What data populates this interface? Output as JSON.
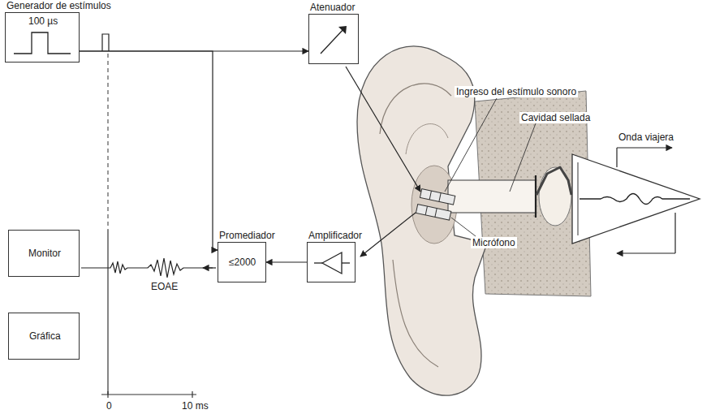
{
  "diagram": {
    "nodes": [
      {
        "text": [
          "Generador de estímulos",
          "100 µs"
        ]
      },
      {
        "text": [
          "Atenuador"
        ]
      },
      {
        "text": [
          "Promediador",
          "≤2000"
        ]
      },
      {
        "text": [
          "Amplificador"
        ]
      },
      {
        "text": [
          "Monitor"
        ]
      },
      {
        "text": [
          "Gráfica"
        ]
      }
    ],
    "edges": [
      {
        "from": 0,
        "to": 1,
        "arrow": "to"
      },
      {
        "from": 0,
        "to": 2,
        "arrow": "to"
      },
      {
        "from": 3,
        "to": 2,
        "arrow": "to"
      }
    ],
    "labels": [
      "Ingreso del estímulo sonoro",
      "Cavidad sellada",
      "Onda viajera",
      "Micrófono",
      "EOAE",
      "0",
      "10 ms"
    ]
  }
}
